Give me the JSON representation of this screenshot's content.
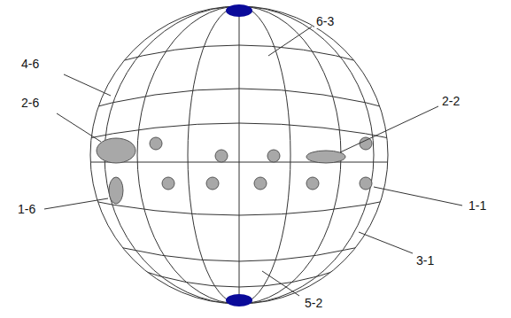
{
  "diagram": {
    "labels": [
      "6-3",
      "4-6",
      "2-6",
      "2-2",
      "1-1",
      "1-6",
      "3-1",
      "5-2"
    ]
  }
}
